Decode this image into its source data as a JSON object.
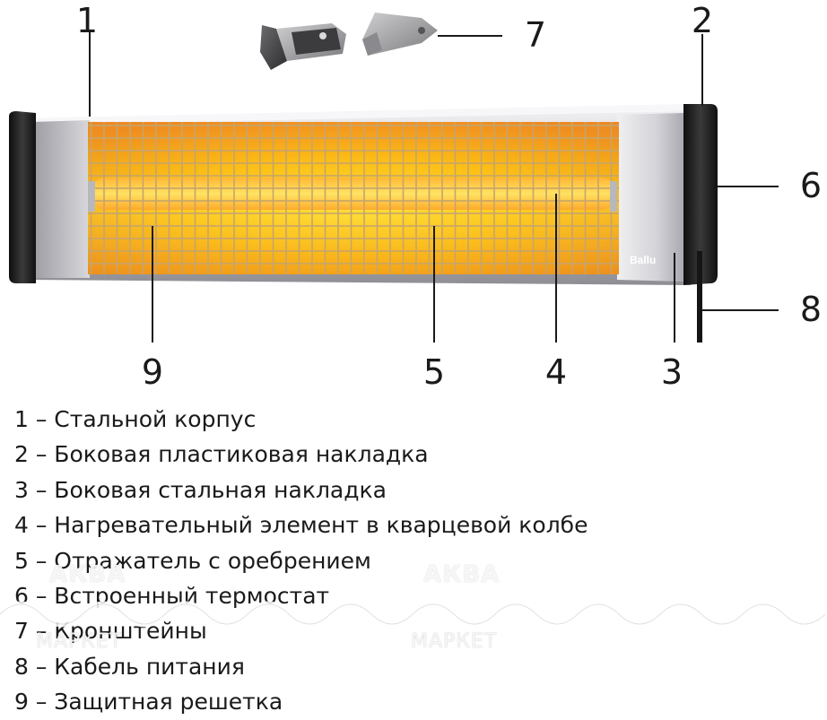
{
  "callouts": [
    "1",
    "2",
    "3",
    "4",
    "5",
    "6",
    "7",
    "8",
    "9"
  ],
  "product_brand": "Ballu",
  "legend": [
    {
      "num": "1",
      "text": "– Стальной корпус"
    },
    {
      "num": "2",
      "text": "– Боковая пластиковая накладка"
    },
    {
      "num": "3",
      "text": "– Боковая стальная накладка"
    },
    {
      "num": "4",
      "text": "– Нагревательный элемент в кварцевой колбе"
    },
    {
      "num": "5",
      "text": "– Отражатель с оребрением"
    },
    {
      "num": "6",
      "text": "– Встроенный термостат"
    },
    {
      "num": "7",
      "text": "– Кронштейны"
    },
    {
      "num": "8",
      "text": "– Кабель питания"
    },
    {
      "num": "9",
      "text": "– Защитная решетка"
    }
  ],
  "watermarks": [
    "АКВА",
    "АКВА",
    "МАРКЕТ",
    "МАРКЕТ"
  ],
  "colors": {
    "glow": "#f7b500",
    "body": "#cfcfd3",
    "endcap": "#1c1c1c"
  }
}
